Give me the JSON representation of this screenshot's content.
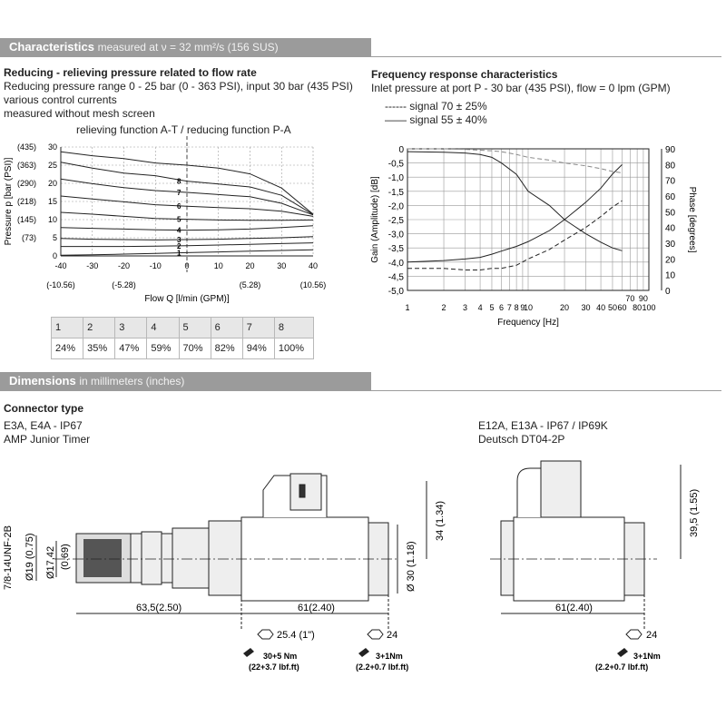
{
  "characteristics": {
    "title": "Characteristics",
    "subtitle": "measured at ν = 32 mm²/s (156 SUS)"
  },
  "reducing": {
    "heading": "Reducing - relieving pressure related to flow rate",
    "lines": [
      "Reducing pressure range 0 - 25 bar (0 - 363 PSI), input 30 bar (435 PSI)",
      "various control currents",
      "measured without mesh screen"
    ],
    "function_label": "relieving function A-T  /  reducing function P-A"
  },
  "frequency": {
    "heading": "Frequency response characteristics",
    "line": "Inlet pressure at port P - 30 bar (435 PSI), flow = 0 lpm (GPM)",
    "legend": [
      "------ signal 70 ± 25%",
      "—— signal 55 ± 40%"
    ]
  },
  "table": {
    "headers": [
      "1",
      "2",
      "3",
      "4",
      "5",
      "6",
      "7",
      "8"
    ],
    "values": [
      "24%",
      "35%",
      "47%",
      "59%",
      "70%",
      "82%",
      "94%",
      "100%"
    ]
  },
  "chart_data": [
    {
      "type": "line",
      "ylabel": "Pressure p [bar (PSI)]",
      "xlabel": "Flow Q [l/min (GPM)]",
      "xlim": [
        -40,
        40
      ],
      "ylim": [
        0,
        30
      ],
      "x_ticks": [
        "-40",
        "-30",
        "-20",
        "-10",
        "0",
        "10",
        "20",
        "30",
        "40"
      ],
      "x_ticks_secondary": [
        "(-10.56)",
        "(-5.28)",
        "(5.28)",
        "(10.56)"
      ],
      "y_ticks": [
        "0",
        "5",
        "10",
        "15",
        "20",
        "25",
        "30"
      ],
      "y_ticks_secondary": [
        "(73)",
        "(145)",
        "(218)",
        "(290)",
        "(363)",
        "(435)"
      ],
      "x": [
        -40,
        -30,
        -20,
        -10,
        0,
        10,
        20,
        30,
        40
      ],
      "series": [
        {
          "name": "1",
          "values": [
            0.2,
            0.3,
            0.5,
            0.7,
            0.9,
            1.1,
            1.3,
            1.5,
            1.7
          ]
        },
        {
          "name": "2",
          "values": [
            2.6,
            2.6,
            2.6,
            2.7,
            2.8,
            3.0,
            3.2,
            3.4,
            3.6
          ]
        },
        {
          "name": "3",
          "values": [
            4.8,
            4.6,
            4.5,
            4.4,
            4.5,
            4.6,
            4.8,
            5.0,
            5.3
          ]
        },
        {
          "name": "4",
          "values": [
            7.8,
            7.6,
            7.4,
            7.2,
            7.1,
            7.2,
            7.4,
            7.8,
            8.3
          ]
        },
        {
          "name": "5",
          "values": [
            12.0,
            11.5,
            10.9,
            10.3,
            10.1,
            9.9,
            9.8,
            9.8,
            9.9
          ]
        },
        {
          "name": "6",
          "values": [
            16.5,
            15.7,
            14.9,
            14.1,
            13.7,
            13.3,
            13.0,
            12.3,
            10.9
          ]
        },
        {
          "name": "7",
          "values": [
            21.2,
            19.9,
            18.8,
            18.0,
            17.5,
            16.9,
            16.3,
            14.5,
            11.3
          ]
        },
        {
          "name": "8",
          "values": [
            25.8,
            24.2,
            22.8,
            22.1,
            20.6,
            19.8,
            19.0,
            16.7,
            11.4
          ]
        },
        {
          "values": [
            28.7,
            27.6,
            26.8,
            25.6,
            25.0,
            24.2,
            22.6,
            18.7,
            11.5
          ]
        }
      ]
    },
    {
      "type": "line",
      "xscale": "log",
      "xlabel": "Frequency [Hz]",
      "ylabel": "Gain (Amplitude) [dB]",
      "y2label": "Phase [degrees]",
      "xlim": [
        1,
        100
      ],
      "ylim": [
        -5.0,
        0
      ],
      "y2lim": [
        0,
        90
      ],
      "x_ticks": [
        "1",
        "2",
        "3",
        "4",
        "5",
        "6",
        "7",
        "8",
        "9",
        "10",
        "20",
        "30",
        "40",
        "50",
        "60",
        "70",
        "80",
        "90",
        "100"
      ],
      "y_ticks": [
        "0",
        "-0,5",
        "-1,0",
        "-1,5",
        "-2,0",
        "-2,5",
        "-3,0",
        "-3,5",
        "-4,0",
        "-4,5",
        "-5,0"
      ],
      "y2_ticks": [
        "0",
        "10",
        "20",
        "30",
        "40",
        "50",
        "60",
        "70",
        "80",
        "90"
      ],
      "series": [
        {
          "name": "signal 70 ± 25%",
          "quantity": "gain",
          "x": [
            1,
            2,
            3,
            4,
            5,
            6,
            8,
            10,
            15,
            20,
            30,
            40,
            50,
            60
          ],
          "values": [
            0,
            0,
            -0.02,
            -0.05,
            -0.07,
            -0.1,
            -0.2,
            -0.3,
            -0.4,
            -0.5,
            -0.6,
            -0.7,
            -0.8,
            -0.85
          ]
        },
        {
          "name": "signal 55 ± 40%",
          "quantity": "gain",
          "x": [
            1,
            2,
            3,
            4,
            5,
            6,
            8,
            10,
            15,
            20,
            30,
            40,
            50,
            60
          ],
          "values": [
            -0.1,
            -0.12,
            -0.15,
            -0.2,
            -0.3,
            -0.5,
            -0.9,
            -1.5,
            -2.0,
            -2.5,
            -3.0,
            -3.3,
            -3.5,
            -3.6
          ]
        },
        {
          "name": "signal 70 ± 25%",
          "quantity": "phase",
          "x": [
            1,
            2,
            3,
            4,
            5,
            6,
            8,
            10,
            15,
            20,
            30,
            40,
            50,
            60
          ],
          "values": [
            14,
            14,
            13,
            13,
            14,
            14,
            16,
            20,
            26,
            32,
            40,
            47,
            53,
            57
          ]
        },
        {
          "name": "signal 55 ± 40%",
          "quantity": "phase",
          "x": [
            1,
            2,
            3,
            4,
            5,
            6,
            8,
            10,
            15,
            20,
            30,
            40,
            50,
            60
          ],
          "values": [
            18,
            19,
            20,
            21,
            23,
            25,
            28,
            31,
            38,
            45,
            56,
            65,
            74,
            80
          ]
        }
      ]
    }
  ],
  "dimensions": {
    "title": "Dimensions",
    "subtitle": "in millimeters (inches)",
    "connector_type": "Connector type",
    "left_label": [
      "E3A, E4A - IP67",
      "AMP Junior Timer"
    ],
    "right_label": [
      "E12A, E13A - IP67 / IP69K",
      "Deutsch DT04-2P"
    ],
    "left_dims": {
      "thread": "7/8-14UNF-2B",
      "d19": "Ø19 (0.75)",
      "d1742": "Ø17,42",
      "d069": "(0.69)",
      "d30": "Ø 30 (1.18)",
      "h34": "34 (1.34)",
      "len635": "63,5(2.50)",
      "len61": "61(2.40)",
      "hex254": "25.4 (1\")",
      "hex24": "24",
      "torque1": "30+5 Nm",
      "torque1_lbf": "(22+3.7 lbf.ft)",
      "torque2": "3+1Nm",
      "torque2_lbf": "(2.2+0.7 lbf.ft)"
    },
    "right_dims": {
      "h395": "39,5 (1.55)",
      "len61": "61(2.40)",
      "hex24": "24",
      "torque": "3+1Nm",
      "torque_lbf": "(2.2+0.7 lbf.ft)"
    }
  }
}
